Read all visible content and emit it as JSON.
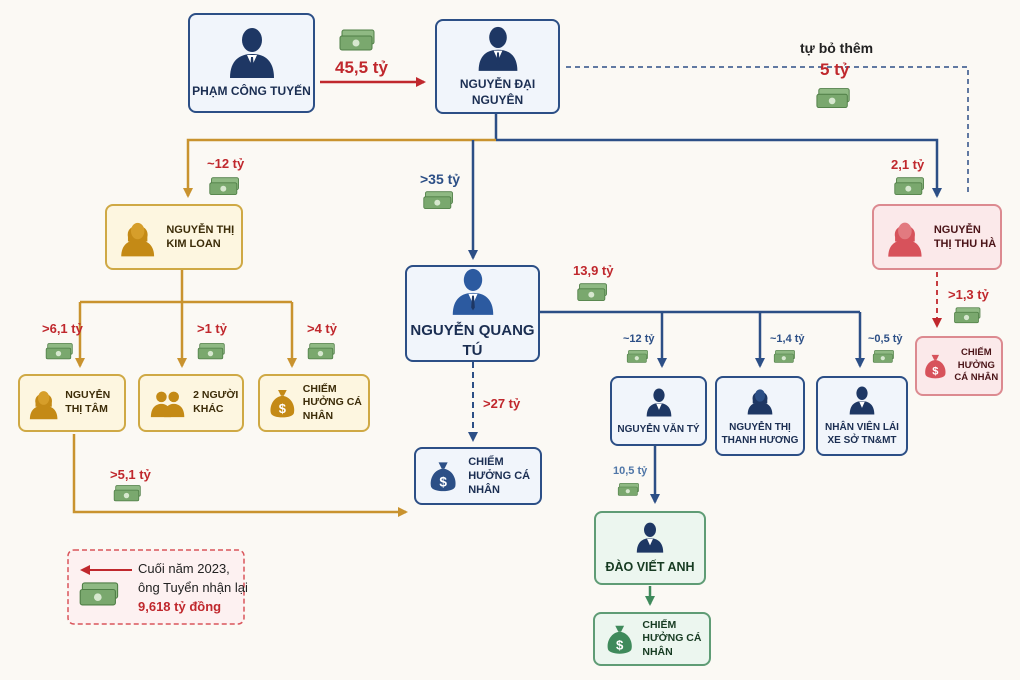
{
  "nodes": {
    "pham_cong_tuyen": "PHẠM CÔNG TUYẾN",
    "nguyen_dai_nguyen": "NGUYỄN ĐẠI NGUYÊN",
    "kim_loan": "NGUYỄN THỊ KIM LOAN",
    "quang_tu": "NGUYỄN QUANG TÚ",
    "thu_ha": "NGUYỄN THỊ THU HÀ",
    "thi_tam": "NGUYỄN THỊ TÂM",
    "hai_nguoi_khac": "2 NGƯỜI KHÁC",
    "chiem_huong_gold": "CHIẾM HƯỞNG CÁ NHÂN",
    "chiem_huong_tu": "CHIẾM HƯỞNG CÁ NHÂN",
    "chiem_huong_ha": "CHIẾM HƯỞNG CÁ NHÂN",
    "van_ty": "NGUYỄN VĂN TÝ",
    "thanh_huong": "NGUYỄN THỊ THANH HƯƠNG",
    "nhan_vien": "NHÂN VIÊN LÁI XE SỞ TN&MT",
    "dao_viet_anh": "ĐÀO VIẾT ANH",
    "chiem_huong_anh": "CHIẾM HƯỞNG CÁ NHÂN"
  },
  "amounts": {
    "tuyen_to_nguyen": "45,5 tỷ",
    "self_added_label": "tự bỏ thêm",
    "self_added_value": "5 tỷ",
    "to_kim_loan": "~12 tỷ",
    "to_quang_tu": ">35 tỷ",
    "to_thu_ha": "2,1 tỷ",
    "to_thi_tam": ">6,1 tỷ",
    "to_hai_nguoi": ">1 tỷ",
    "to_chiem_gold": ">4 tỷ",
    "tam_to_tu": ">5,1 tỷ",
    "tu_branch": "13,9 tỷ",
    "tu_chiem": ">27 tỷ",
    "to_van_ty": "~12 tỷ",
    "to_thanh_huong": "~1,4 tỷ",
    "to_nhan_vien": "~0,5 tỷ",
    "ty_to_anh": "10,5 tỷ",
    "ha_chiem": ">1,3 tỷ"
  },
  "note": {
    "line1": "Cuối năm 2023,",
    "line2": "ông Tuyển nhận lại",
    "line3": "9,618 tỷ đồng"
  },
  "colors": {
    "navy": "#2c4f86",
    "gold": "#cfa945",
    "gold_arrow": "#c9932e",
    "red": "#c0282d",
    "pink": "#dc8a90",
    "green": "#5f9c75",
    "cash": "#6d9a63"
  },
  "icons": {
    "male": "person-male-icon",
    "female": "person-female-icon",
    "group": "two-people-icon",
    "money_bag": "money-bag-icon",
    "cash": "cash-stack-icon"
  }
}
